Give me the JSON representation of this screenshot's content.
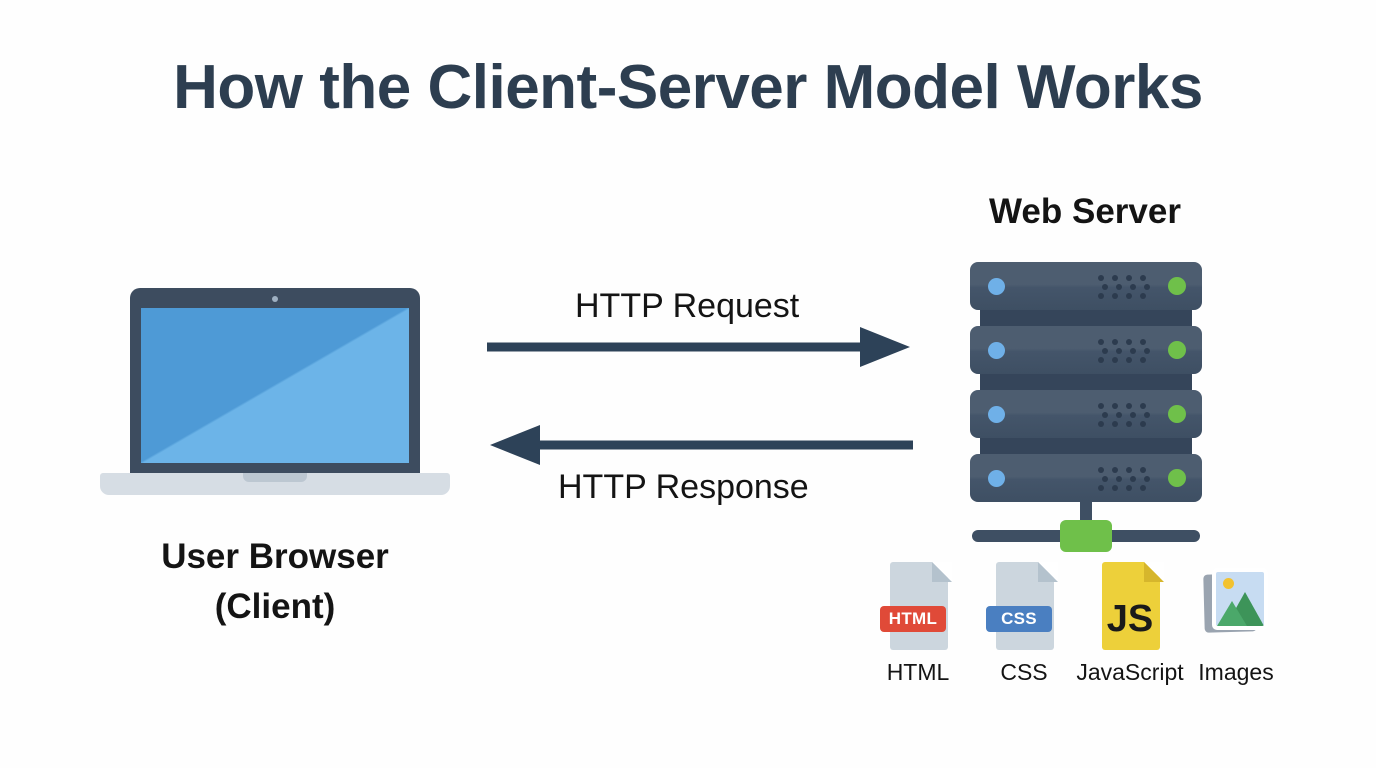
{
  "page": {
    "title": "How the Client-Server Model Works",
    "background_color": "#fefefe",
    "title_color": "#2d3e50"
  },
  "client": {
    "label_line1": "User Browser",
    "label_line2": "(Client)",
    "device_icon": "laptop-icon",
    "screen_color": "#5ba3dd",
    "bezel_color": "#3d4c5f",
    "base_color": "#d6dde4"
  },
  "flows": [
    {
      "id": "request",
      "label": "HTTP Request",
      "direction": "right",
      "arrow_color": "#2d4258"
    },
    {
      "id": "response",
      "label": "HTTP Response",
      "direction": "left",
      "arrow_color": "#2d4258"
    }
  ],
  "server": {
    "title": "Web Server",
    "icon": "server-rack-icon",
    "rack_unit_count": 4,
    "rack_color": "#4d5d70",
    "status_led_color": "#6fc04a",
    "power_led_color": "#6fb0e8",
    "connector_color": "#6fc04a"
  },
  "assets": [
    {
      "label": "HTML",
      "badge": "HTML",
      "icon": "file-html-icon",
      "badge_color": "#e04a38",
      "page_color": "#ccd6de"
    },
    {
      "label": "CSS",
      "badge": "CSS",
      "icon": "file-css-icon",
      "badge_color": "#4a7fc1",
      "page_color": "#ccd6de"
    },
    {
      "label": "JavaScript",
      "badge": "JS",
      "icon": "file-js-icon",
      "badge_color": "#edd03a",
      "page_color": "#edd03a"
    },
    {
      "label": "Images",
      "badge": "",
      "icon": "image-stack-icon",
      "badge_color": "#4ba86a",
      "page_color": "#c7dcf2"
    }
  ]
}
